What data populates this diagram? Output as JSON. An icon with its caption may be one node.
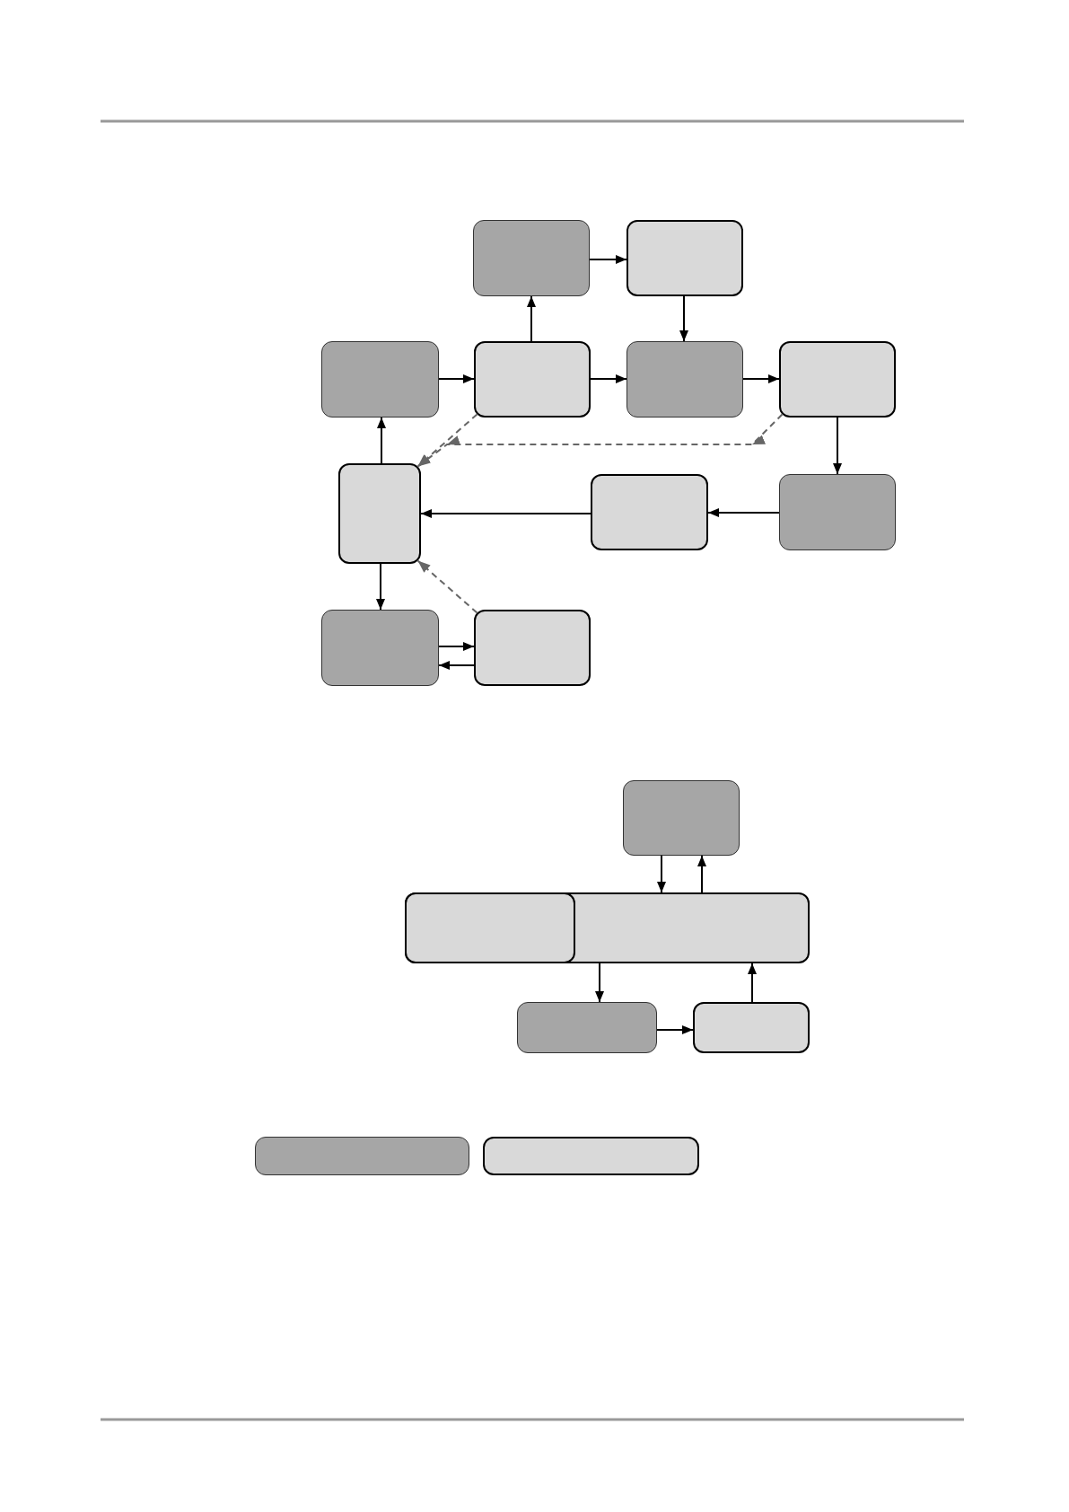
{
  "diagram": {
    "nodes": [
      {
        "text": [],
        "shape": "box"
      },
      {
        "text": [],
        "shape": "box"
      },
      {
        "text": [],
        "shape": "box"
      },
      {
        "text": [],
        "shape": "box"
      },
      {
        "text": [],
        "shape": "box"
      },
      {
        "text": [],
        "shape": "box"
      },
      {
        "text": [],
        "shape": "box"
      },
      {
        "text": [],
        "shape": "box"
      },
      {
        "text": [],
        "shape": "box"
      },
      {
        "text": [],
        "shape": "box"
      },
      {
        "text": [],
        "shape": "box"
      },
      {
        "text": [],
        "shape": "box"
      },
      {
        "text": [],
        "shape": "box"
      },
      {
        "text": [],
        "shape": "box",
        "in": 12
      },
      {
        "text": [],
        "shape": "box"
      },
      {
        "text": [],
        "shape": "box"
      },
      {
        "text": [],
        "shape": "box"
      },
      {
        "text": [],
        "shape": "box"
      }
    ],
    "edges": [
      {
        "from": 3,
        "to": 0,
        "arrow": "to"
      },
      {
        "from": 0,
        "to": 1,
        "arrow": "to"
      },
      {
        "from": 1,
        "to": 4,
        "arrow": "to"
      },
      {
        "from": 2,
        "to": 3,
        "arrow": "to"
      },
      {
        "from": 3,
        "to": 4,
        "arrow": "to"
      },
      {
        "from": 4,
        "to": 5,
        "arrow": "to"
      },
      {
        "from": 5,
        "to": 8,
        "arrow": "to"
      },
      {
        "from": 8,
        "to": 7,
        "arrow": "to"
      },
      {
        "from": 7,
        "to": 6,
        "arrow": "to"
      },
      {
        "from": 6,
        "to": 2,
        "arrow": "to"
      },
      {
        "from": 6,
        "to": 9,
        "arrow": "to"
      },
      {
        "from": 9,
        "to": 10,
        "arrow": "to"
      },
      {
        "from": 10,
        "to": 9,
        "arrow": "to"
      },
      {
        "from": 3,
        "to": 6,
        "arrow": "to",
        "style": "dashed",
        "color": "#666666"
      },
      {
        "from": 5,
        "to": 6,
        "arrow": "to",
        "style": "dashed",
        "color": "#666666"
      },
      {
        "from": 10,
        "to": 6,
        "arrow": "to",
        "style": "dashed",
        "color": "#666666"
      },
      {
        "from": 11,
        "to": 12,
        "arrow": "to"
      },
      {
        "from": 12,
        "to": 11,
        "arrow": "to"
      },
      {
        "from": 12,
        "to": 14,
        "arrow": "to"
      },
      {
        "from": 14,
        "to": 15,
        "arrow": "to"
      },
      {
        "from": 15,
        "to": 12,
        "arrow": "to"
      }
    ]
  }
}
